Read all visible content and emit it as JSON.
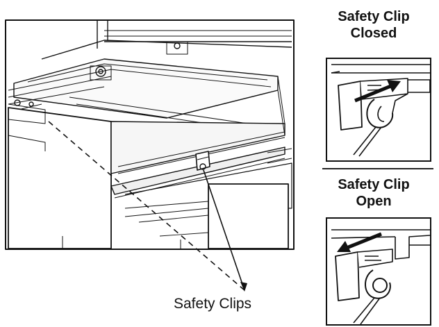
{
  "headings": {
    "closed_line1": "Safety Clip",
    "closed_line2": "Closed",
    "open_line1": "Safety Clip",
    "open_line2": "Open"
  },
  "callout": {
    "label": "Safety Clips"
  },
  "colors": {
    "line": "#111111",
    "panel_fill": "#f2f2f2",
    "background": "#ffffff"
  },
  "icons": {
    "closed_arrow": "arrow-right-icon",
    "open_arrow": "arrow-left-icon"
  }
}
